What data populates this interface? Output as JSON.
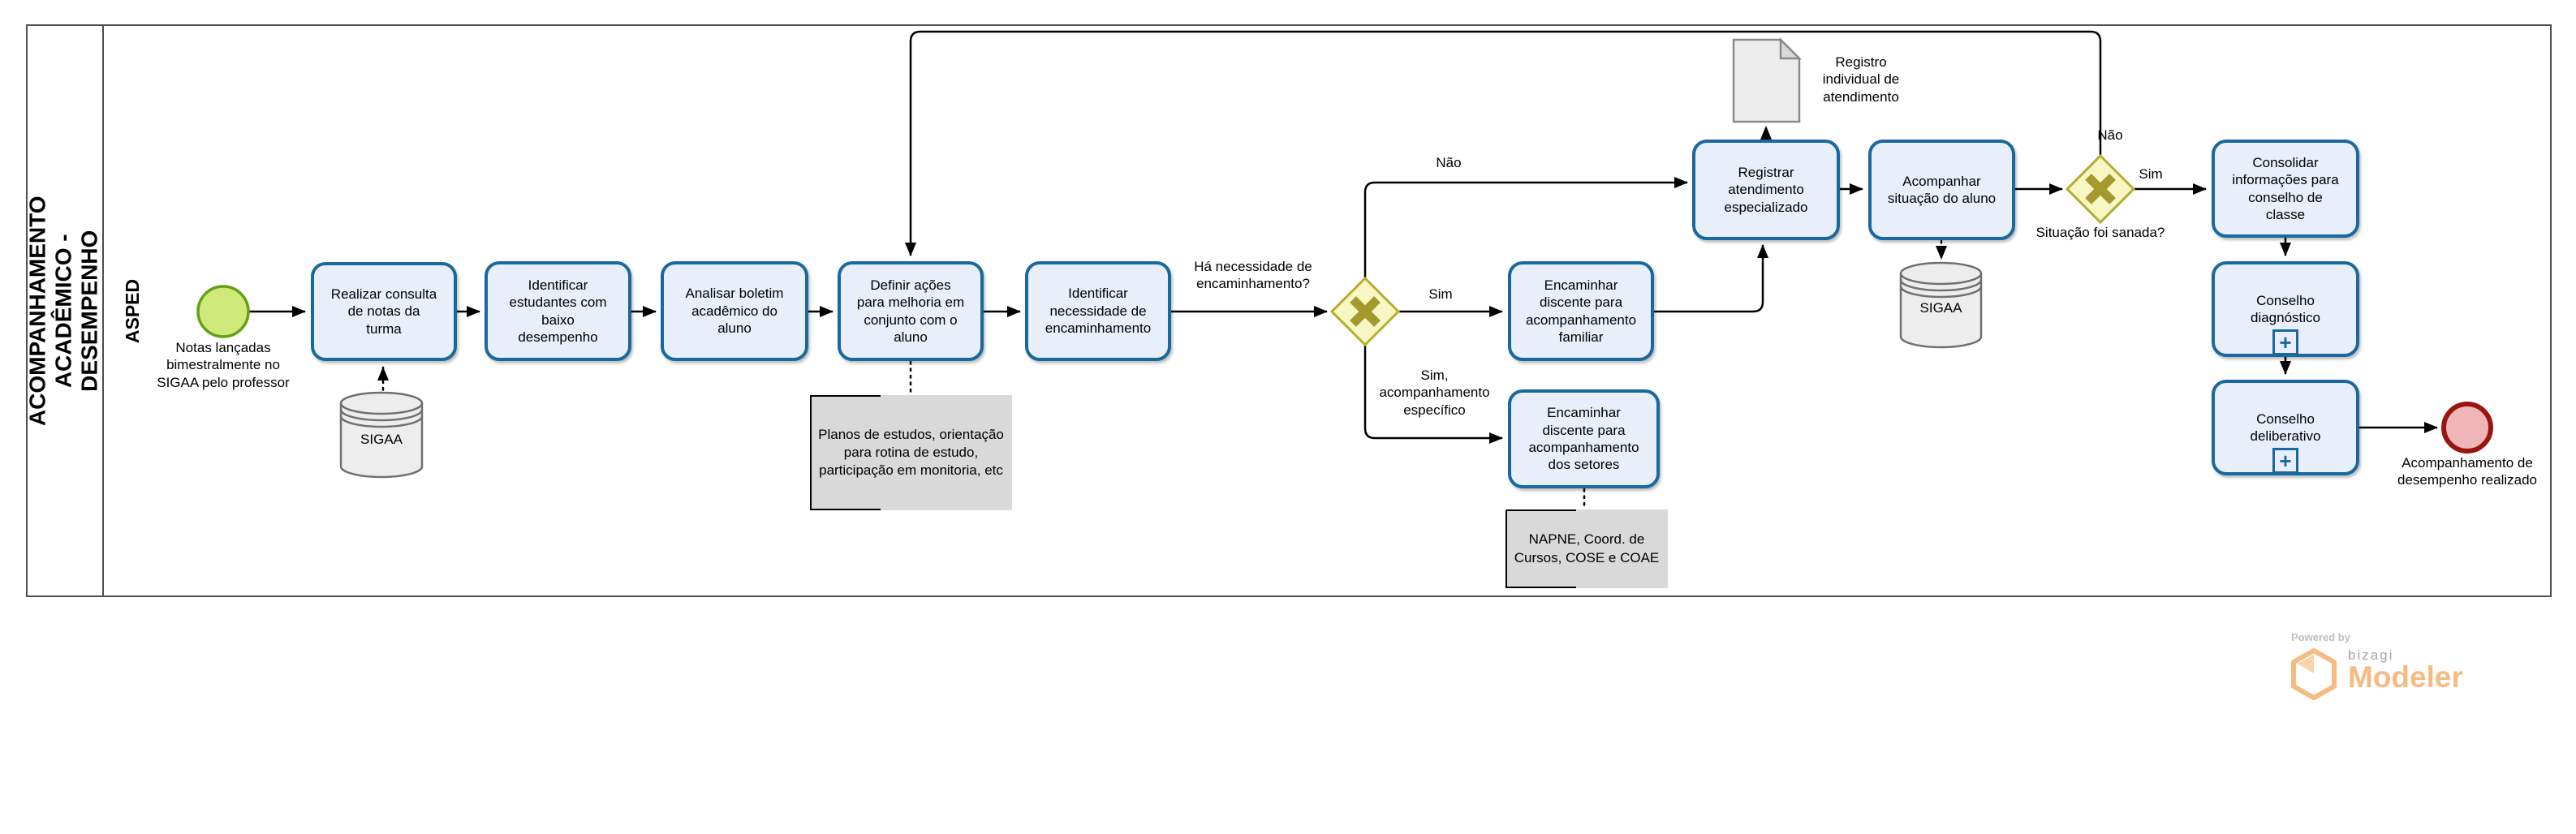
{
  "diagram": {
    "pool_title": "ACOMPANHAMENTO ACADÊMICO - DESEMPENHO",
    "lane_title": "ASPED"
  },
  "events": {
    "start_label": "Notas lançadas bimestralmente no SIGAA pelo professor",
    "end_label": "Acompanhamento de desempenho realizado"
  },
  "tasks": {
    "realizar": "Realizar consulta de notas da turma",
    "identificar_estudantes": "Identificar estudantes com baixo desempenho",
    "analisar": "Analisar boletim acadêmico do aluno",
    "definir": "Definir ações para melhoria em conjunto com o aluno",
    "identificar_necessidade": "Identificar necessidade de encaminhamento",
    "encaminhar_familiar": "Encaminhar discente para acompanhamento familiar",
    "encaminhar_setores": "Encaminhar discente para acompanhamento dos setores",
    "registrar": "Registrar atendimento especializado",
    "acompanhar": "Acompanhar situação do aluno",
    "consolidar": "Consolidar informações para conselho de classe",
    "conselho_diagnostico": "Conselho diagnóstico",
    "conselho_deliberativo": "Conselho deliberativo"
  },
  "gateways": {
    "gateway1": {
      "question": "Há necessidade de encaminhamento?",
      "nao": "Não",
      "sim": "Sim",
      "sim_especifico": "Sim, acompanhamento específico"
    },
    "gateway2": {
      "question": "Situação foi sanada?",
      "nao": "Não",
      "sim": "Sim"
    }
  },
  "data_objects": {
    "document_label": "Registro individual de atendimento",
    "datastore1_label": "SIGAA",
    "datastore2_label": "SIGAA"
  },
  "annotations": {
    "planos": "Planos de estudos, orientação para rotina de estudo, participação em monitoria, etc",
    "napne": "NAPNE, Coord. de Cursos, COSE e COAE"
  },
  "subprocess_marker": "+",
  "branding": {
    "powered_by": "Powered by",
    "brand": "bizagi",
    "product": "Modeler"
  },
  "colors": {
    "task_fill": "#e9eefb",
    "task_border": "#17699f",
    "gateway_fill": "#f8f6c2",
    "gateway_border": "#b3ad33",
    "gateway_x": "#a3992e",
    "start_fill": "#cfe97a",
    "start_border": "#65a018",
    "end_fill": "#efb5b7",
    "end_border": "#99150f",
    "annotation_fill": "#d9d9d9",
    "datastore_fill": "#ededed",
    "connector": "#000000",
    "brand_orange": "#f6bb82"
  }
}
